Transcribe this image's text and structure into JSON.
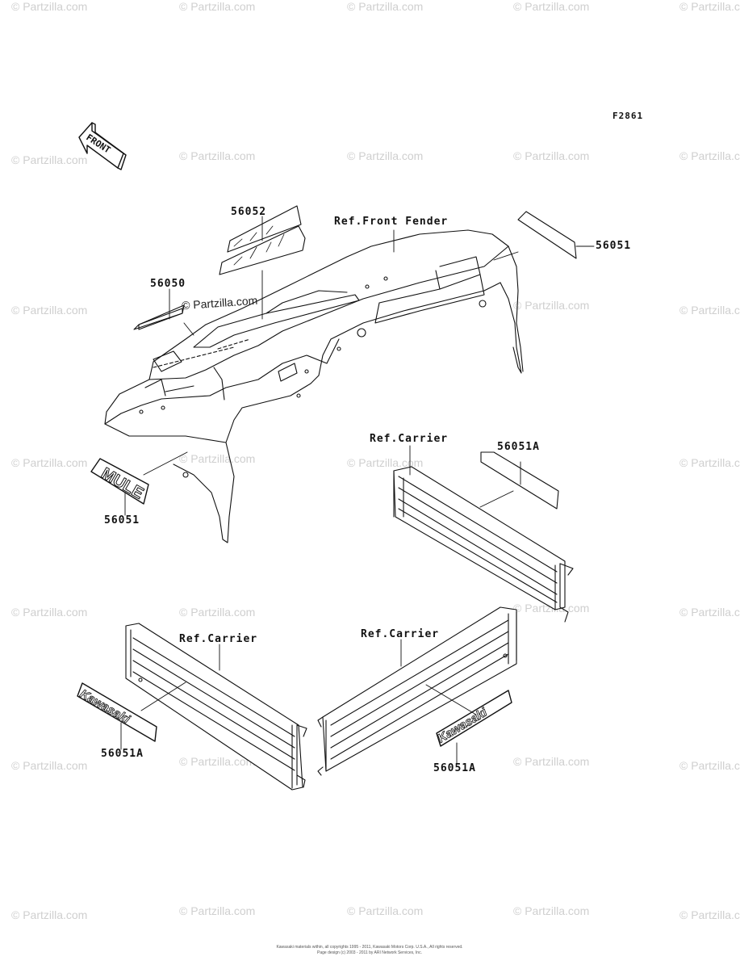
{
  "diagram": {
    "code": "F2861",
    "front_arrow_text": "FRONT",
    "labels": {
      "p56052": "56052",
      "p56050": "56050",
      "p56051_top": "56051",
      "p56051_left": "56051",
      "p56051A_right": "56051A",
      "p56051A_bottom_left": "56051A",
      "p56051A_bottom_right": "56051A",
      "ref_front_fender": "Ref.Front Fender",
      "ref_carrier_right": "Ref.Carrier",
      "ref_carrier_left": "Ref.Carrier",
      "ref_carrier_center": "Ref.Carrier"
    },
    "decal_text": {
      "mule": "MULE",
      "kawasaki": "Kawasaki"
    },
    "center_watermark": "© Partzilla.com"
  },
  "watermark": "© Partzilla.com",
  "footer": {
    "line1": "Kawasaki materials within, all copyrights 1995 - 2011, Kawasaki Motors Corp. U.S.A., All rights reserved.",
    "line2": "Page design (c) 2003 - 2011 by ARI Network Services, Inc."
  },
  "colors": {
    "line": "#111111",
    "watermark": "#cfcfcf"
  }
}
